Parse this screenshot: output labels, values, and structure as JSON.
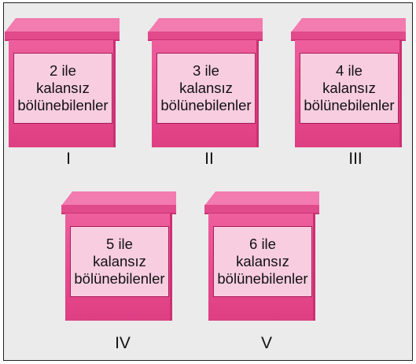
{
  "boxes": [
    {
      "numeral": "I",
      "line1": "2 ile",
      "line2": "kalansız",
      "line3": "bölünebilenler"
    },
    {
      "numeral": "II",
      "line1": "3 ile",
      "line2": "kalansız",
      "line3": "bölünebilenler"
    },
    {
      "numeral": "III",
      "line1": "4 ile",
      "line2": "kalansız",
      "line3": "bölünebilenler"
    },
    {
      "numeral": "IV",
      "line1": "5 ile",
      "line2": "kalansız",
      "line3": "bölünebilenler"
    },
    {
      "numeral": "V",
      "line1": "6 ile",
      "line2": "kalansız",
      "line3": "bölünebilenler"
    }
  ],
  "colors": {
    "box_pink": "#e6498c",
    "lid_top": "#f27bb0",
    "label_panel": "#f8cde0",
    "background": "#ebebeb",
    "border": "#222222"
  }
}
